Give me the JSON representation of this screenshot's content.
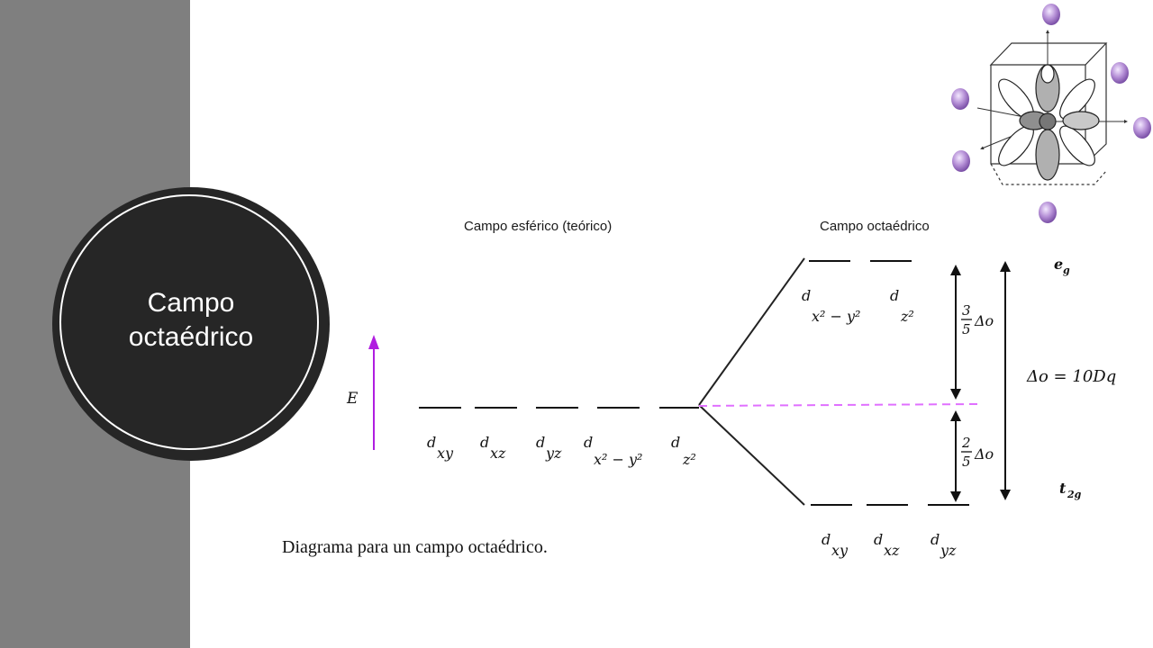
{
  "slide": {
    "title_line1": "Campo",
    "title_line2": "octaédrico"
  },
  "diagram": {
    "spherical_header": "Campo esférico (teórico)",
    "octahedral_header": "Campo octaédrico",
    "energy_axis": "E",
    "spherical_orbitals": [
      "d",
      "xy",
      "d",
      "xz",
      "d",
      "yz",
      "d",
      "x² − y²",
      "d",
      "z²"
    ],
    "eg_orbitals": [
      "d",
      "x² − y²",
      "d",
      "z²"
    ],
    "t2g_orbitals": [
      "d",
      "xy",
      "d",
      "xz",
      "d",
      "yz"
    ],
    "upper_fraction": {
      "num": "3",
      "den": "5",
      "symbol": "Δo"
    },
    "lower_fraction": {
      "num": "2",
      "den": "5",
      "symbol": "Δo"
    },
    "total_splitting": "Δo = 10Dq",
    "eg_label": {
      "main": "e",
      "sub": "g"
    },
    "t2g_label": {
      "main": "t",
      "sub": "2g"
    },
    "caption": "Diagrama para un campo octaédrico."
  },
  "colors": {
    "sidebar": "#7f7f7f",
    "disc": "#262626",
    "arrow_magenta": "#b01ee0",
    "dashed_line": "#e070ff",
    "ligand": "#b58fd6"
  },
  "icons": {
    "octahedral_model": "d-orbital-octahedron-icon"
  }
}
